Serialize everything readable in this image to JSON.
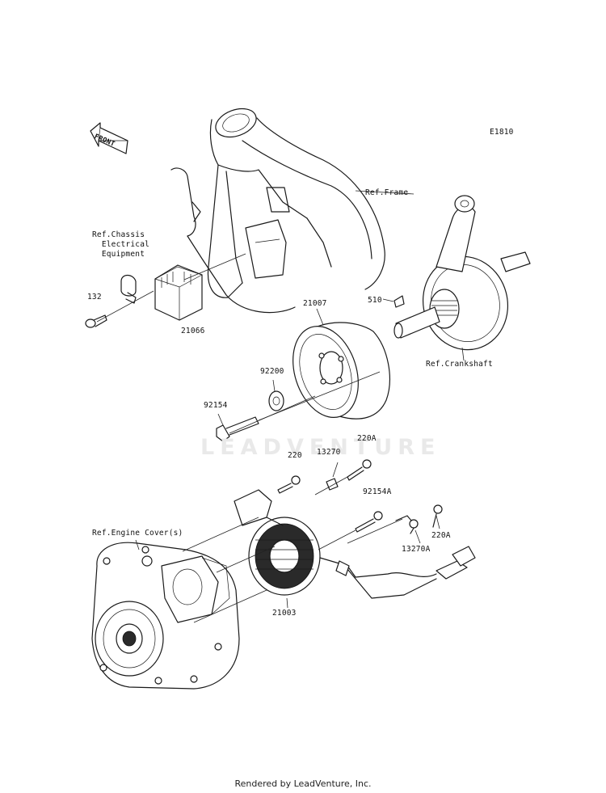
{
  "diagram_code": "E1810",
  "front_arrow_label": "FRONT",
  "watermark": "LEADVENTURE",
  "footer": "Rendered by LeadVenture, Inc.",
  "labels": {
    "ref_frame": "Ref.Frame",
    "ref_chassis": "Ref.Chassis\n  Electrical\n  Equipment",
    "ref_crankshaft": "Ref.Crankshaft",
    "ref_engine_cover": "Ref.Engine Cover(s)"
  },
  "parts": {
    "p132": "132",
    "p21066": "21066",
    "p21007": "21007",
    "p510": "510",
    "p92200": "92200",
    "p92154": "92154",
    "p220A_top": "220A",
    "p13270": "13270",
    "p220": "220",
    "p92154A": "92154A",
    "p220A_right": "220A",
    "p13270A": "13270A",
    "p21003": "21003"
  }
}
